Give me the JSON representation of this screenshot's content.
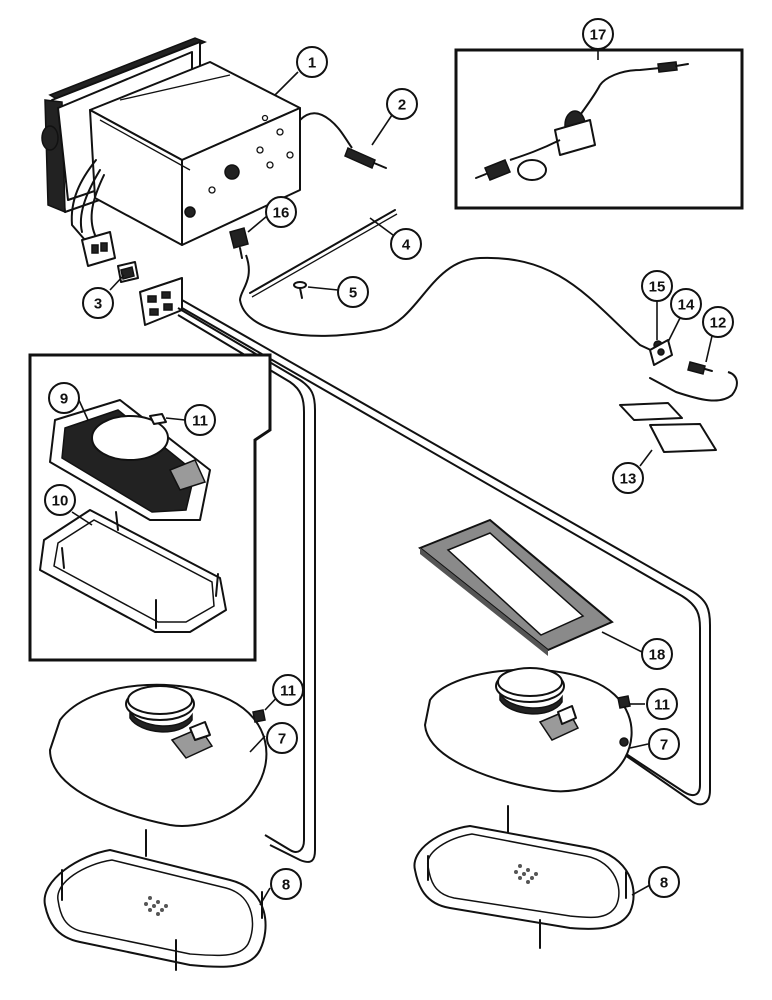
{
  "callouts": [
    {
      "id": "c1",
      "label": "1"
    },
    {
      "id": "c2",
      "label": "2"
    },
    {
      "id": "c3",
      "label": "3"
    },
    {
      "id": "c4",
      "label": "4"
    },
    {
      "id": "c5",
      "label": "5"
    },
    {
      "id": "c7a",
      "label": "7"
    },
    {
      "id": "c7b",
      "label": "7"
    },
    {
      "id": "c8a",
      "label": "8"
    },
    {
      "id": "c8b",
      "label": "8"
    },
    {
      "id": "c9",
      "label": "9"
    },
    {
      "id": "c10",
      "label": "10"
    },
    {
      "id": "c11a",
      "label": "11"
    },
    {
      "id": "c11b",
      "label": "11"
    },
    {
      "id": "c11c",
      "label": "11"
    },
    {
      "id": "c12",
      "label": "12"
    },
    {
      "id": "c13",
      "label": "13"
    },
    {
      "id": "c14",
      "label": "14"
    },
    {
      "id": "c15",
      "label": "15"
    },
    {
      "id": "c16",
      "label": "16"
    },
    {
      "id": "c17",
      "label": "17"
    },
    {
      "id": "c18",
      "label": "18"
    }
  ]
}
